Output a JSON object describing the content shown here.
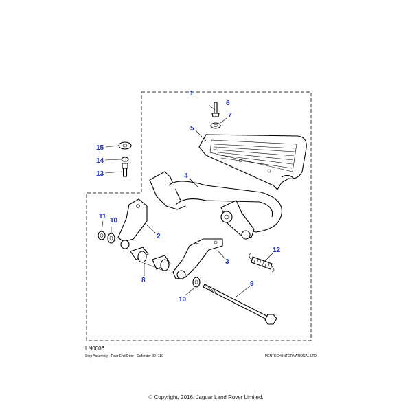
{
  "diagram": {
    "callouts": {
      "c1": "1",
      "c2": "2",
      "c3": "3",
      "c4": "4",
      "c5": "5",
      "c6": "6",
      "c7": "7",
      "c8": "8",
      "c9": "9",
      "c10a": "10",
      "c10b": "10",
      "c11": "11",
      "c12": "12",
      "c13": "13",
      "c14": "14",
      "c15": "15"
    },
    "callout_color": "#1a2fd6"
  },
  "footer": {
    "code": "LN0006",
    "caption": "Step Assembly - Rear End Door - Defender 90- 110",
    "vendor": "PENTECH INTERNATIONAL LTD",
    "copyright": "© Copyright, 2016. Jaguar Land Rover Limited."
  }
}
